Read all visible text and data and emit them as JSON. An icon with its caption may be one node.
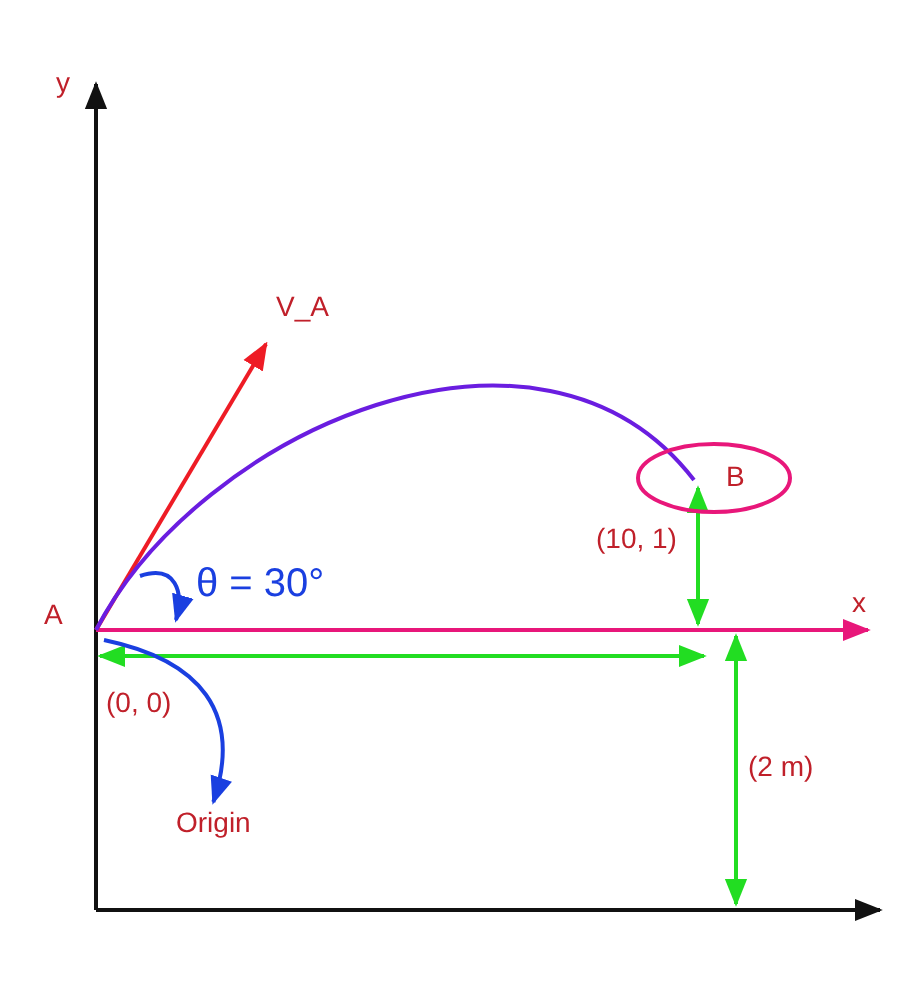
{
  "diagram": {
    "nodes": [
      {
        "text": [
          "B"
        ]
      },
      {
        "text": [
          "Origin"
        ]
      }
    ],
    "edges": [
      {
        "from": null,
        "to": 1,
        "arrow": "to"
      }
    ],
    "labels": [
      "y",
      "V_A",
      "θ = 30°",
      "A",
      "(10, 1)",
      "x",
      "(0, 0)",
      "(2 m)"
    ]
  }
}
